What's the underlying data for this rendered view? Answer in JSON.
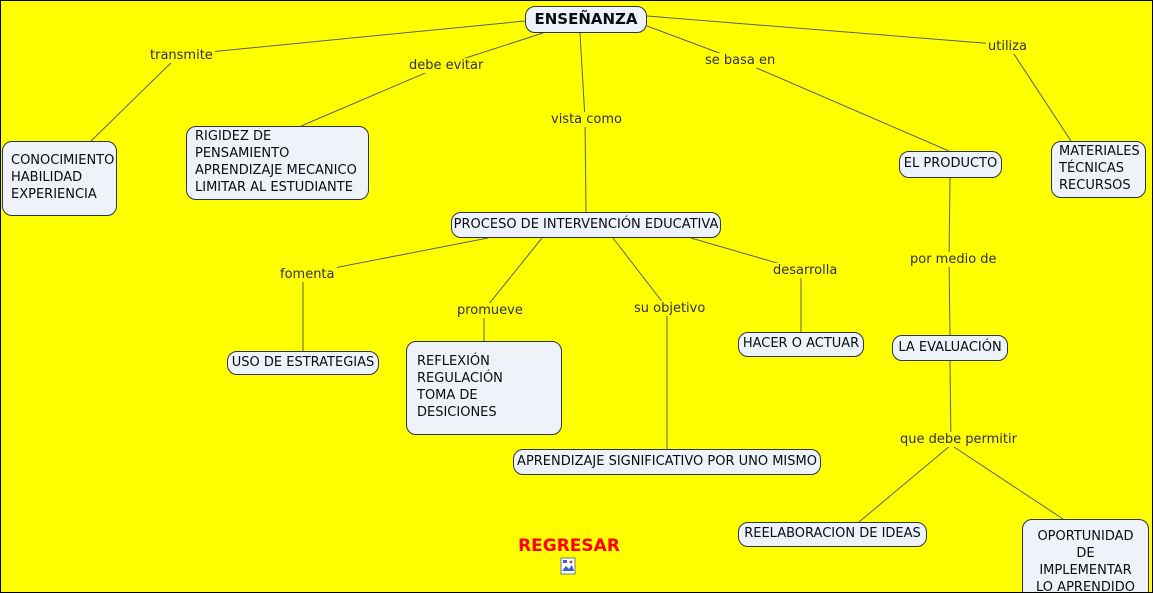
{
  "diagram": {
    "background_color": "#FFFF00",
    "node_fill_color": "#EDF3F9",
    "node_border_color": "#2e3150",
    "line_color": "#5a5f63",
    "regresar_color": "#FF0000"
  },
  "nodes": {
    "ensenanza": "ENSEÑANZA",
    "conocimiento": "CONOCIMIENTO\nHABILIDAD\nEXPERIENCIA",
    "rigidez": "RIGIDEZ DE PENSAMIENTO\nAPRENDIZAJE MECANICO\nLIMITAR AL ESTUDIANTE",
    "proceso": "PROCESO DE INTERVENCIÓN EDUCATIVA",
    "el_producto": "EL PRODUCTO",
    "materiales": "MATERIALES\nTÉCNICAS\nRECURSOS",
    "uso_estrategias": "USO DE ESTRATEGIAS",
    "reflexion": "REFLEXIÓN\nREGULACIÓN\nTOMA DE DESICIONES",
    "hacer_actuar": "HACER O ACTUAR",
    "la_evaluacion": "LA EVALUACIÓN",
    "aprendizaje": "APRENDIZAJE SIGNIFICATIVO POR UNO MISMO",
    "reelaboracion": "REELABORACION DE IDEAS",
    "oportunidad": "OPORTUNIDAD DE\nIMPLEMENTAR\nLO APRENDIDO"
  },
  "edge_labels": {
    "transmite": "transmite",
    "debe_evitar": "debe evitar",
    "vista_como": "vista como",
    "se_basa_en": "se basa en",
    "utiliza": "utiliza",
    "fomenta": "fomenta",
    "promueve": "promueve",
    "su_objetivo": "su objetivo",
    "desarrolla": "desarrolla",
    "por_medio_de": "por medio de",
    "que_debe_permitir": "que debe permitir"
  },
  "footer": {
    "regresar_label": "REGRESAR"
  }
}
